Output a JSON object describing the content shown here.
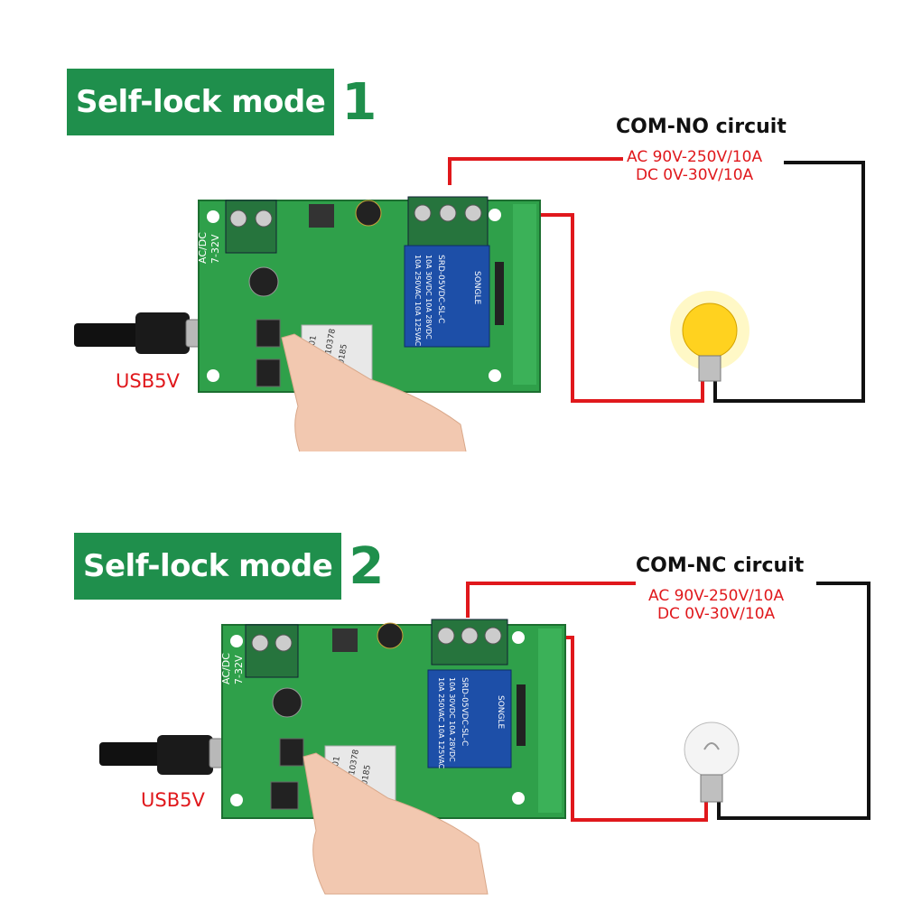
{
  "panels": [
    {
      "title": "Self-lock mode",
      "number": "1",
      "circuit": "COM-NO circuit",
      "spec_ac": "AC 90V-250V/10A",
      "spec_dc": "DC 0V-30V/10A",
      "usb_label": "USB5V",
      "lamp_state": "on"
    },
    {
      "title": "Self-lock mode",
      "number": "2",
      "circuit": "COM-NC circuit",
      "spec_ac": "AC 90V-250V/10A",
      "spec_dc": "DC 0V-30V/10A",
      "usb_label": "USB5V",
      "lamp_state": "off"
    }
  ],
  "board_text": {
    "relay_brand": "SONGLE",
    "relay_line1": "10A 250VAC 10A 125VAC",
    "relay_line2": "10A 30VDC 10A 28VDC",
    "relay_model": "SRD-05VDC-SL-C",
    "power_label": "AC/DC",
    "power_range": "7-32V",
    "module_line1": "8e3e01",
    "module_line2": "0210378",
    "module_line3": "0185"
  },
  "colors": {
    "badge_green": "#1f8f4c",
    "pcb_green": "#2fa04a",
    "relay_blue": "#1d4fa8",
    "wire_red": "#e0181c",
    "wire_black": "#111111",
    "lamp_on": "#ffd21f"
  },
  "icons": [
    "usb-cable-icon",
    "finger-icon",
    "light-bulb-icon",
    "relay-board-icon"
  ]
}
